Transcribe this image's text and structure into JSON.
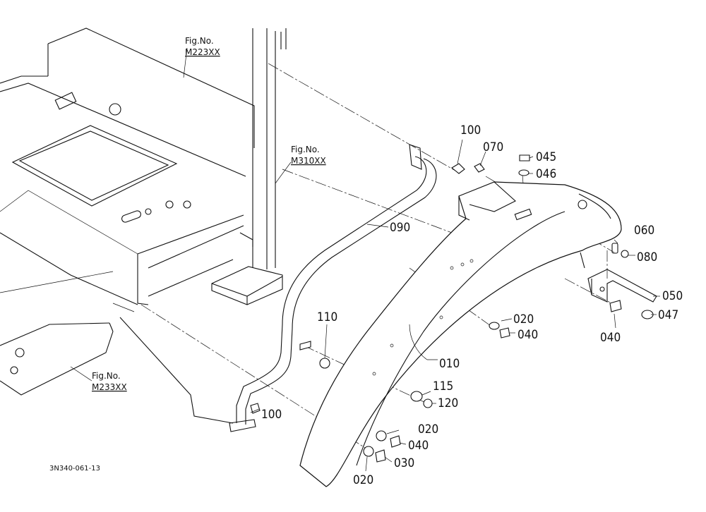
{
  "figure_refs": [
    {
      "label": "Fig.No.",
      "code": "M223XX"
    },
    {
      "label": "Fig.No.",
      "code": "M310XX"
    },
    {
      "label": "Fig.No.",
      "code": "M233XX"
    }
  ],
  "parts": [
    {
      "number": "100"
    },
    {
      "number": "070"
    },
    {
      "number": "045"
    },
    {
      "number": "046"
    },
    {
      "number": "090"
    },
    {
      "number": "060"
    },
    {
      "number": "080"
    },
    {
      "number": "050"
    },
    {
      "number": "040"
    },
    {
      "number": "047"
    },
    {
      "number": "020"
    },
    {
      "number": "040"
    },
    {
      "number": "110"
    },
    {
      "number": "010"
    },
    {
      "number": "115"
    },
    {
      "number": "120"
    },
    {
      "number": "020"
    },
    {
      "number": "040"
    },
    {
      "number": "030"
    },
    {
      "number": "020"
    },
    {
      "number": "100"
    }
  ],
  "document_code": "3N340-061-13"
}
